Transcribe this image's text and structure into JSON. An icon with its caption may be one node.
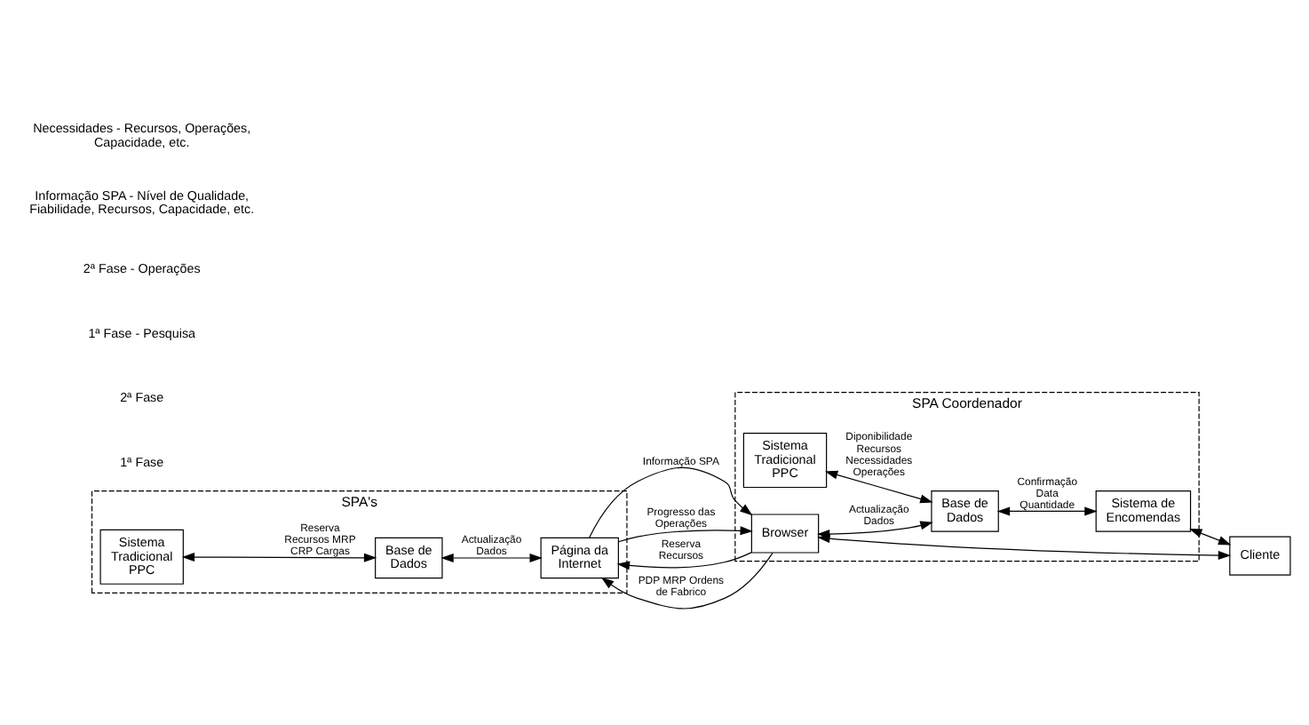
{
  "diagram": {
    "nodes": [
      {
        "text": [
          "SPA's"
        ]
      },
      {
        "text": [
          "Sistema Tradicional PPC"
        ],
        "in": 0
      },
      {
        "text": [
          "Base de Dados"
        ],
        "in": 0
      },
      {
        "text": [
          "Página da Internet"
        ],
        "in": 0
      },
      {
        "text": [
          "SPA Coordenador"
        ]
      },
      {
        "text": [
          "Browser"
        ],
        "in": 4
      },
      {
        "text": [
          "Sistema Tradicional PPC"
        ],
        "in": 4
      },
      {
        "text": [
          "Base de Dados"
        ],
        "in": 4
      },
      {
        "text": [
          "Sistema de Encomendas"
        ],
        "in": 4
      },
      {
        "text": [
          "Cliente"
        ]
      }
    ],
    "edges": [
      {
        "from": 1,
        "to": 2,
        "arrow": "both",
        "label": "Reserva Recursos MRP CRP Cargas"
      },
      {
        "from": 2,
        "to": 3,
        "arrow": "both",
        "label": "Actualização Dados"
      },
      {
        "from": 5,
        "to": 3,
        "arrow": "to",
        "label": "Reserva Recursos"
      },
      {
        "from": 3,
        "to": 5,
        "arrow": "to",
        "label": "Informação SPA"
      },
      {
        "from": 5,
        "to": 3,
        "arrow": "to",
        "label": "PDP MRP Ordens de Fabrico"
      },
      {
        "from": 3,
        "to": 5,
        "arrow": "to",
        "label": "Progresso das Operações"
      },
      {
        "from": 5,
        "to": 7,
        "arrow": "both",
        "label": "Actualização Dados"
      },
      {
        "from": 6,
        "to": 7,
        "arrow": "both",
        "label": "Diponibilidade Recursos Necessidades Operações"
      },
      {
        "from": 7,
        "to": 8,
        "arrow": "both",
        "label": "Confirmação Data Quantidade"
      },
      {
        "from": 8,
        "to": 9,
        "arrow": "both"
      },
      {
        "from": 5,
        "to": 9,
        "arrow": "both"
      }
    ],
    "labels": [
      "1ª Fase",
      "2ª Fase",
      "1ª Fase - Pesquisa",
      "2ª Fase - Operações",
      "Informação SPA - Nível de Qualidade, Fiabilidade, Recursos, Capacidade, etc.",
      "Necessidades - Recursos, Operações, Capacidade, etc."
    ]
  }
}
